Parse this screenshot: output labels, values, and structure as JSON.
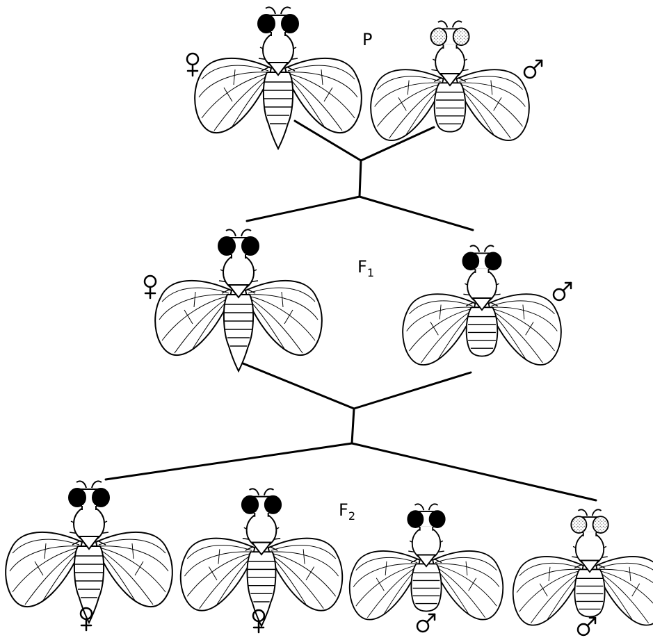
{
  "generations": {
    "P": {
      "label": "P",
      "sub": ""
    },
    "F1": {
      "label": "F",
      "sub": "1"
    },
    "F2": {
      "label": "F",
      "sub": "2"
    }
  },
  "symbols": {
    "female": "female-symbol",
    "male": "male-symbol"
  },
  "flies": [
    {
      "id": "p-female",
      "generation": "P",
      "sex": "female",
      "eye": "red"
    },
    {
      "id": "p-male",
      "generation": "P",
      "sex": "male",
      "eye": "white"
    },
    {
      "id": "f1-female",
      "generation": "F1",
      "sex": "female",
      "eye": "red"
    },
    {
      "id": "f1-male",
      "generation": "F1",
      "sex": "male",
      "eye": "red"
    },
    {
      "id": "f2-female-1",
      "generation": "F2",
      "sex": "female",
      "eye": "red"
    },
    {
      "id": "f2-female-2",
      "generation": "F2",
      "sex": "female",
      "eye": "red"
    },
    {
      "id": "f2-male-1",
      "generation": "F2",
      "sex": "male",
      "eye": "red"
    },
    {
      "id": "f2-male-2",
      "generation": "F2",
      "sex": "male",
      "eye": "white"
    }
  ],
  "colors": {
    "ink": "#000000",
    "paper": "#ffffff",
    "white_eye_dot": "#555555"
  }
}
